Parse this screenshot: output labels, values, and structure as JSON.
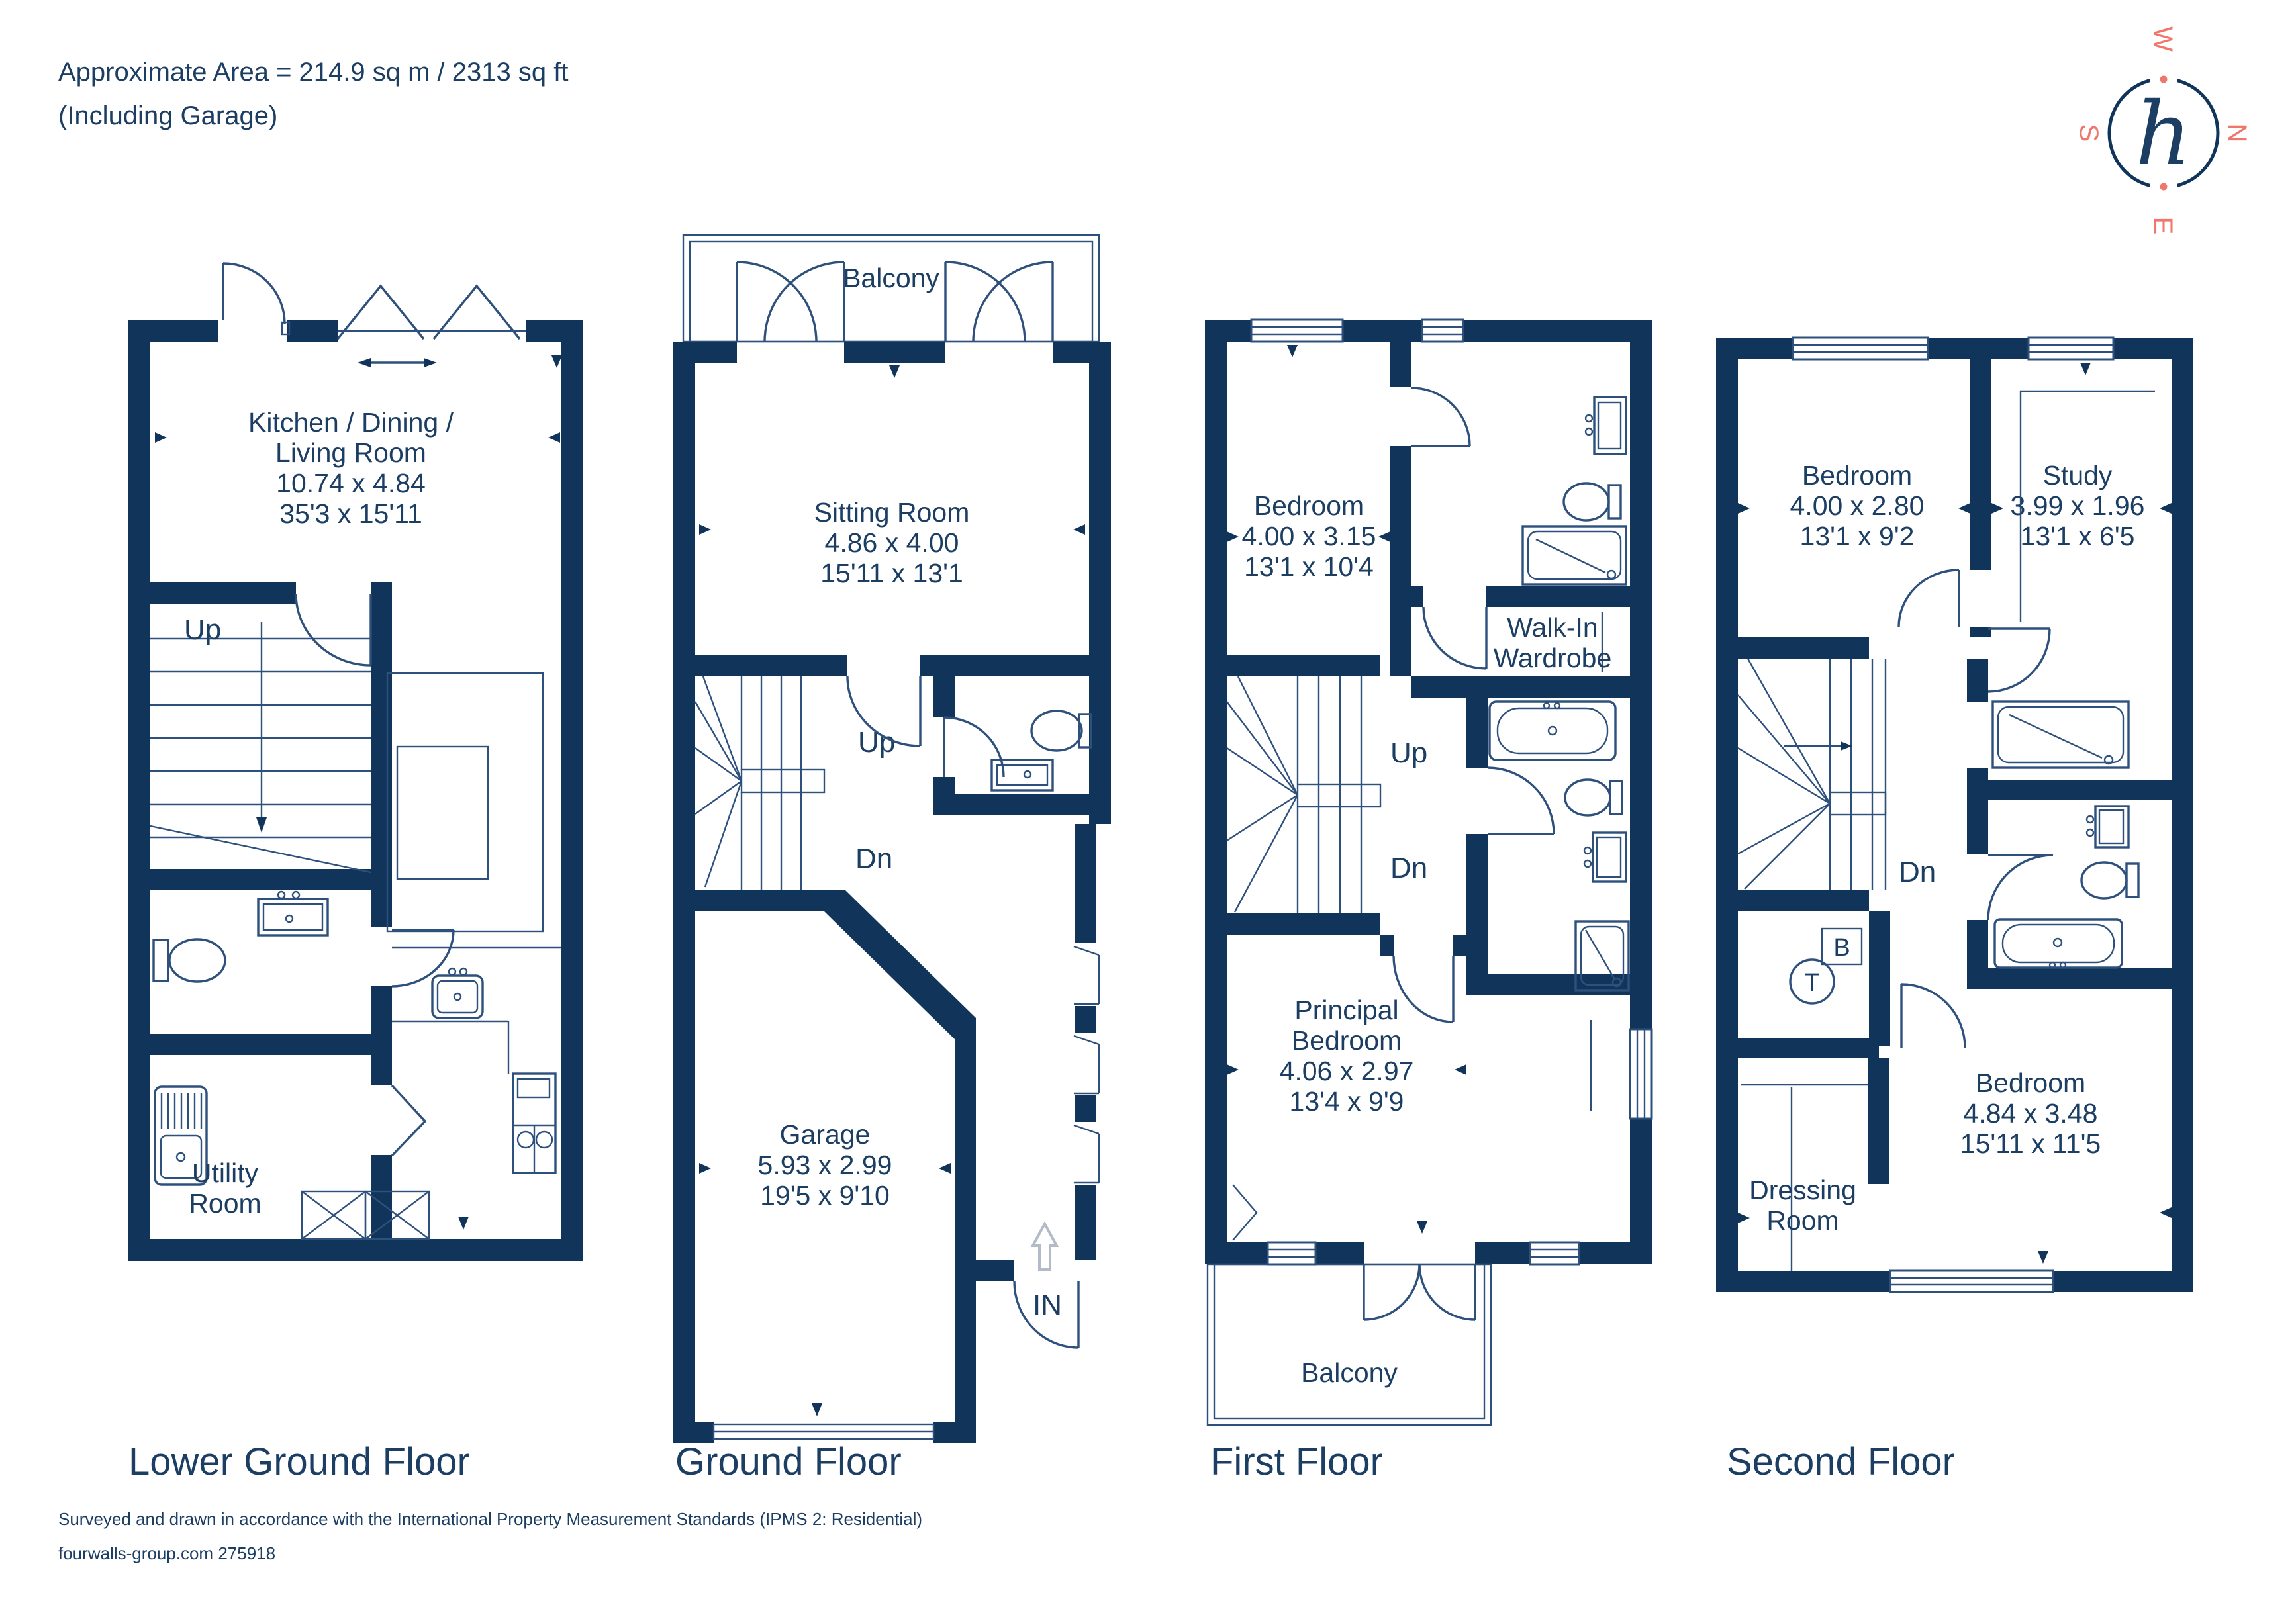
{
  "header": {
    "area": "Approximate Area = 214.9 sq m / 2313 sq ft",
    "note": "(Including Garage)"
  },
  "compass": {
    "w": "W",
    "n": "N",
    "e": "E",
    "s": "S",
    "logo": "h"
  },
  "colors": {
    "wall": "#11345B",
    "line": "#2E507C",
    "text": "#1C3E63",
    "accent": "#F0756A"
  },
  "floors": {
    "lgf": {
      "title": "Lower Ground Floor",
      "living": {
        "l1": "Kitchen / Dining /",
        "l2": "Living Room",
        "metric": "10.74 x 4.84",
        "imperial": "35'3 x 15'11"
      },
      "utility": {
        "l1": "Utility",
        "l2": "Room"
      },
      "stairs": {
        "up": "Up"
      }
    },
    "gf": {
      "title": "Ground Floor",
      "balcony": "Balcony",
      "sitting": {
        "name": "Sitting Room",
        "metric": "4.86 x 4.00",
        "imperial": "15'11 x 13'1"
      },
      "garage": {
        "name": "Garage",
        "metric": "5.93 x 2.99",
        "imperial": "19'5 x 9'10"
      },
      "stairs": {
        "up": "Up",
        "down": "Dn"
      },
      "entrance": "IN"
    },
    "ff": {
      "title": "First Floor",
      "balcony": "Balcony",
      "bedroom": {
        "name": "Bedroom",
        "metric": "4.00 x 3.15",
        "imperial": "13'1 x 10'4"
      },
      "wardrobe": {
        "l1": "Walk-In",
        "l2": "Wardrobe"
      },
      "principal": {
        "l1": "Principal",
        "l2": "Bedroom",
        "metric": "4.06 x 2.97",
        "imperial": "13'4 x 9'9"
      },
      "stairs": {
        "up": "Up",
        "down": "Dn"
      }
    },
    "sf": {
      "title": "Second Floor",
      "bedroom": {
        "name": "Bedroom",
        "metric": "4.00 x 2.80",
        "imperial": "13'1 x 9'2"
      },
      "study": {
        "name": "Study",
        "metric": "3.99 x 1.96",
        "imperial": "13'1 x 6'5"
      },
      "dressing": {
        "l1": "Dressing",
        "l2": "Room"
      },
      "bedroom2": {
        "name": "Bedroom",
        "metric": "4.84 x 3.48",
        "imperial": "15'11 x 11'5"
      },
      "stairs": {
        "down": "Dn"
      },
      "boiler": "B",
      "tank": "T"
    }
  },
  "footer": {
    "standards": "Surveyed and drawn in accordance with the International Property Measurement Standards (IPMS 2: Residential)",
    "ref": "fourwalls-group.com 275918"
  }
}
